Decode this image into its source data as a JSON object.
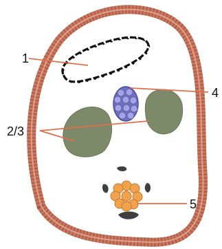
{
  "diagram": {
    "labels": {
      "label_1": "1",
      "label_23": "2/3",
      "label_4": "4",
      "label_5": "5"
    },
    "colors": {
      "wall": "#c8765e",
      "wall_dark": "#8e3f2b",
      "wall_inner": "#e3a592",
      "strand": "#111111",
      "leader": "#e0704a",
      "body": "#7c8a6a",
      "granule": "#8f8fd6",
      "orange_cluster": "#f2a24e",
      "dark_bits": "#3f3f3f",
      "text": "#111111"
    }
  }
}
